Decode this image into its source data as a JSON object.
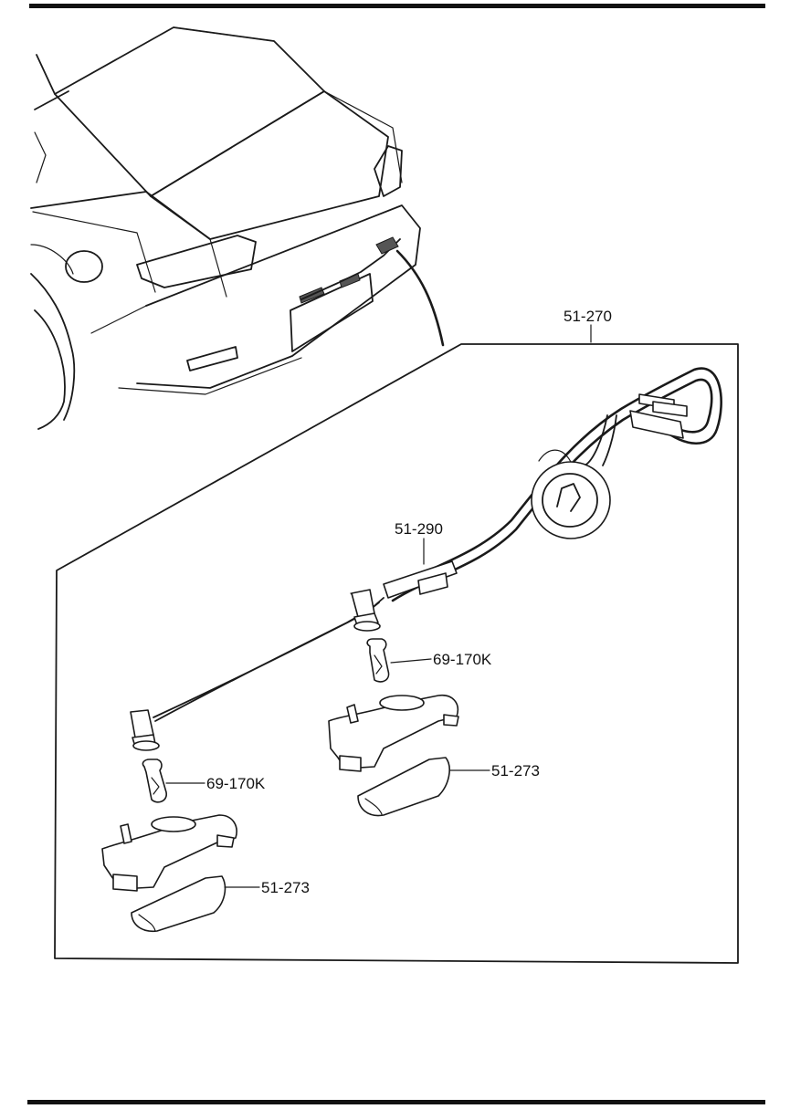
{
  "diagram": {
    "callouts": {
      "harness": "51-270",
      "harness_sub": "51-290",
      "bulb_right": "69-170K",
      "bulb_left": "69-170K",
      "lens_right": "51-273",
      "lens_left": "51-273"
    },
    "colors": {
      "line": "#1a1a1a",
      "background": "#ffffff",
      "shade": "#d9d9d9"
    }
  }
}
